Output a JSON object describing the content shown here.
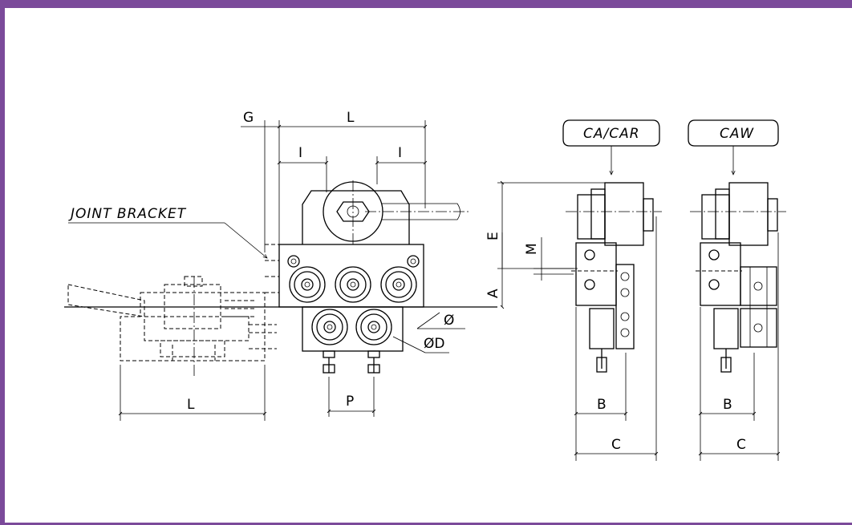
{
  "colors": {
    "border": "#7b4a9a",
    "background": "#ffffff",
    "ink": "#000000"
  },
  "labels": {
    "joint_bracket": "JOINT BRACKET",
    "ca_car": "CA/CAR",
    "caw": "CAW",
    "dim_g": "G",
    "dim_l_top": "L",
    "dim_i_left": "I",
    "dim_i_right": "I",
    "dim_l_bottom": "L",
    "dim_p": "P",
    "dim_phi": "Ø",
    "dim_phid": "ØD",
    "dim_e": "E",
    "dim_m": "M",
    "dim_a": "A",
    "dim_b_left": "B",
    "dim_c_left": "C",
    "dim_b_right": "B",
    "dim_c_right": "C"
  }
}
